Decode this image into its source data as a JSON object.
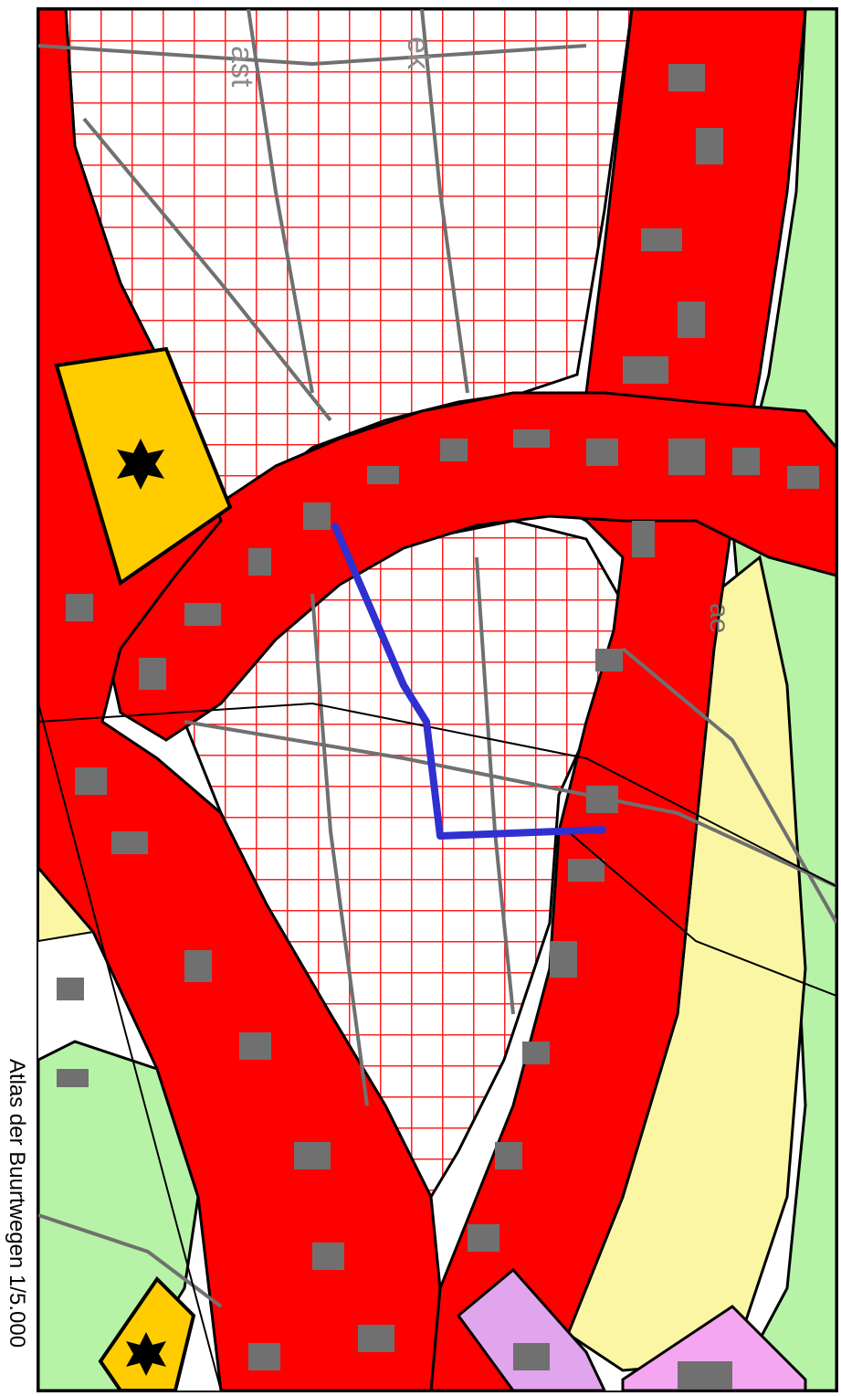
{
  "caption": "Atlas der Buurtwegen 1/5.000",
  "colors": {
    "residential_red": "#ff0000",
    "buildings_gray": "#707070",
    "green_zone": "#b7f3a6",
    "yellow_zone": "#fbf6a4",
    "public_gold": "#ffcc00",
    "pink_zone": "#f4a7f0",
    "lilac_zone": "#e0a5ec",
    "grid_red": "#ff2020",
    "route_blue": "#3030d0",
    "background_white": "#ffffff"
  },
  "legend_symbols": [
    "star-icon",
    "star-icon"
  ],
  "street_fragments": [
    "ast",
    "ek",
    "ae"
  ]
}
